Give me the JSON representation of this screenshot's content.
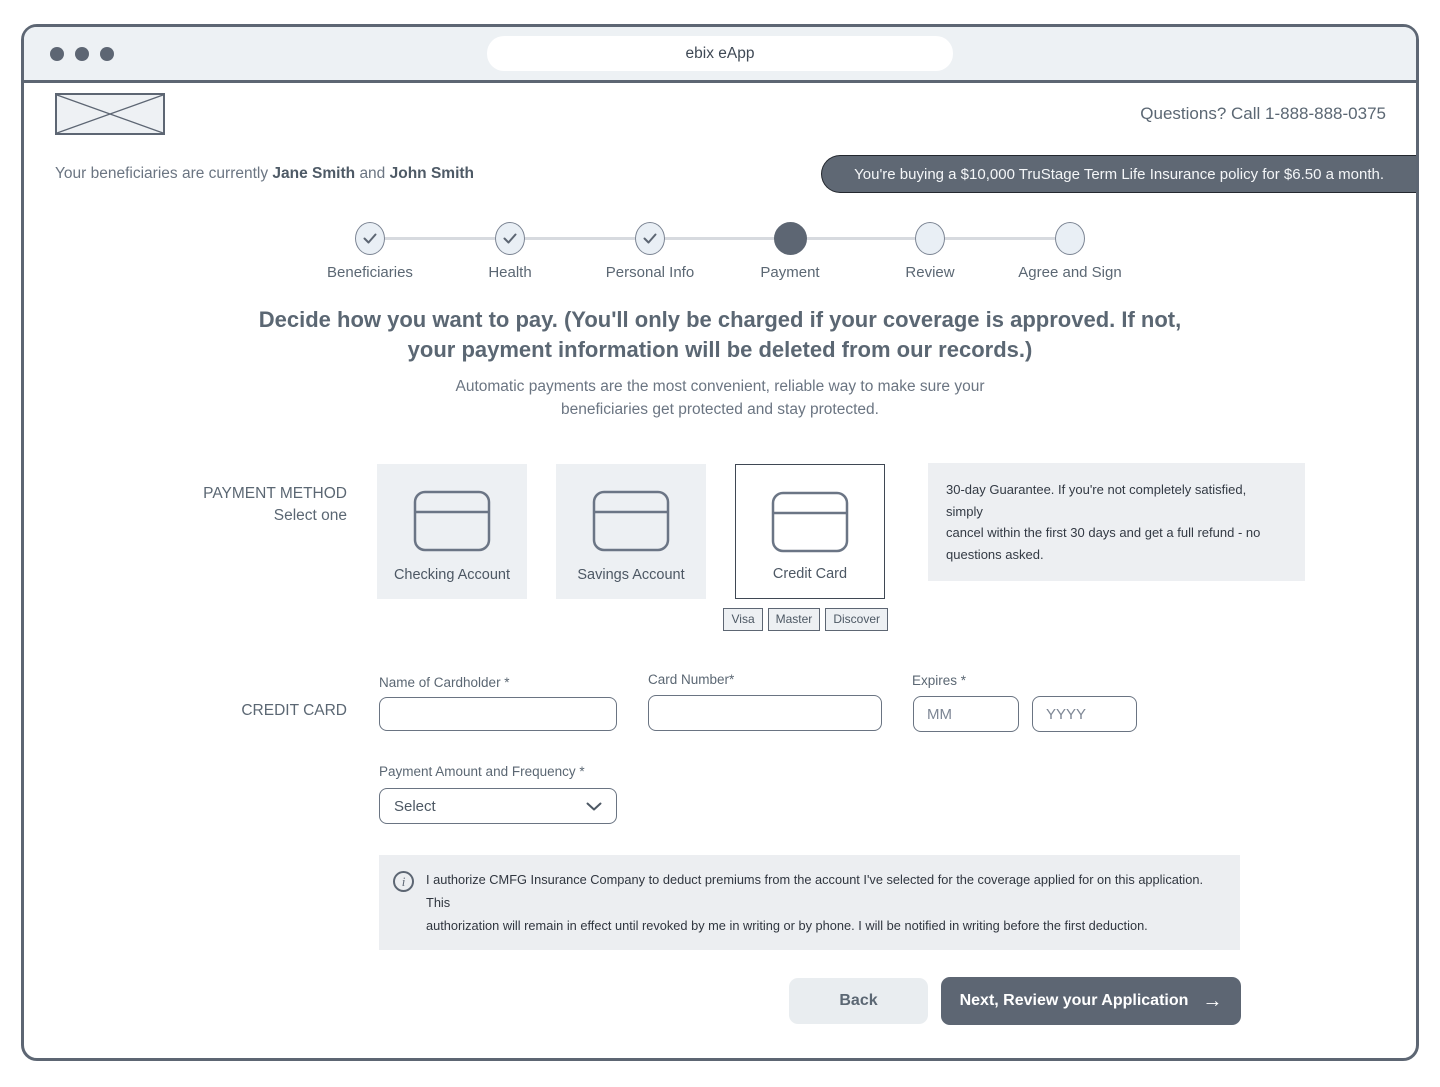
{
  "browser": {
    "url_label": "ebix eApp"
  },
  "header": {
    "questions": "Questions? Call 1-888-888-0375"
  },
  "beneficiaries": {
    "prefix": "Your beneficiaries are currently",
    "name1": "Jane Smith",
    "conjunction": "and",
    "name2": "John Smith"
  },
  "banner": {
    "text": "You're buying a $10,000 TruStage Term Life Insurance policy for $6.50 a month."
  },
  "stepper": {
    "steps": [
      {
        "label": "Beneficiaries",
        "state": "done"
      },
      {
        "label": "Health",
        "state": "done"
      },
      {
        "label": "Personal Info",
        "state": "done"
      },
      {
        "label": "Payment",
        "state": "active"
      },
      {
        "label": "Review",
        "state": "todo"
      },
      {
        "label": "Agree and Sign",
        "state": "todo"
      }
    ]
  },
  "headline": {
    "title": "Decide how you want to pay. (You'll only be charged if your coverage is approved. If not,\nyour payment information will be deleted from our records.)",
    "subtitle": "Automatic payments are the most convenient, reliable way to make sure your\nbeneficiaries get protected and stay protected."
  },
  "payment_method": {
    "label": "PAYMENT METHOD",
    "sublabel": "Select one",
    "options": [
      {
        "label": "Checking Account",
        "selected": false
      },
      {
        "label": "Savings Account",
        "selected": false
      },
      {
        "label": "Credit Card",
        "selected": true
      }
    ],
    "card_networks": [
      "Visa",
      "Master",
      "Discover"
    ],
    "guarantee": "30-day Guarantee. If you're not completely satisfied, simply\ncancel within the first 30 days and get a full refund - no\nquestions asked."
  },
  "credit_card_form": {
    "section_label": "CREDIT CARD",
    "name_label": "Name of Cardholder *",
    "name_value": "",
    "card_number_label": "Card Number*",
    "card_number_value": "",
    "expires_label": "Expires *",
    "mm_placeholder": "MM",
    "yyyy_placeholder": "YYYY",
    "frequency_label": "Payment Amount and Frequency *",
    "frequency_value": "Select"
  },
  "authorization": {
    "text": "I authorize CMFG Insurance Company to deduct premiums from the account I've selected for the coverage applied for on this application. This\nauthorization will remain in effect until revoked by me in writing or by phone. I will be notified in writing before the first deduction."
  },
  "actions": {
    "back": "Back",
    "next": "Next, Review your Application",
    "next_arrow": "→"
  },
  "colors": {
    "accent_slate": "#5d6673",
    "banner_bg": "#5f6874",
    "panel_bg": "#edf0f3"
  }
}
